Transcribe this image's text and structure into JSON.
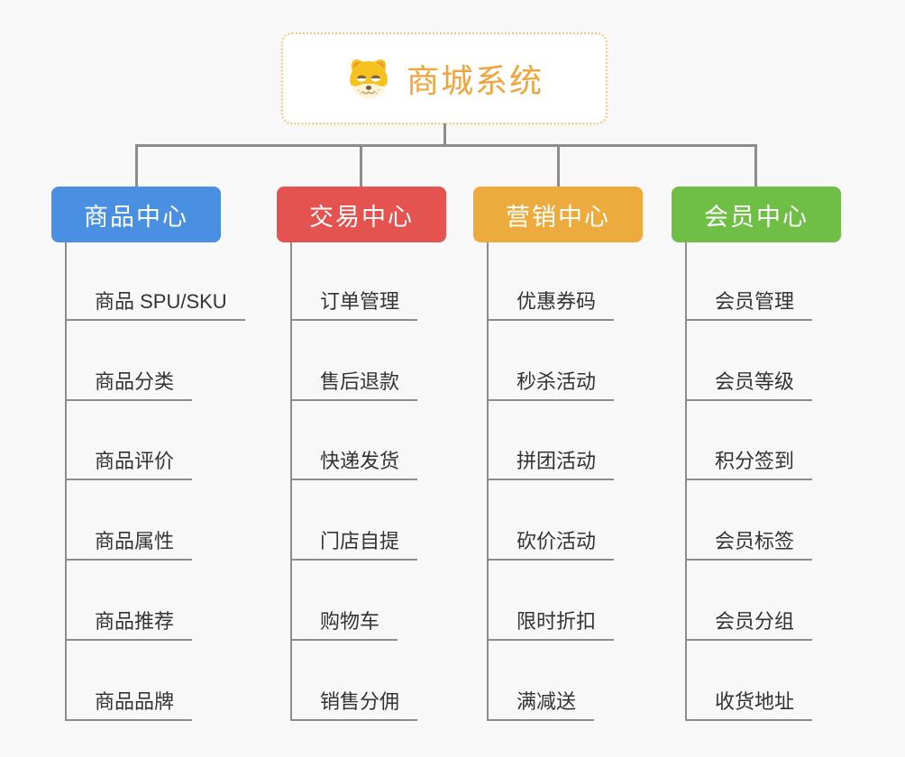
{
  "root": {
    "title": "商城系统",
    "icon": "dog-face-icon",
    "title_color": "#f1a43b",
    "border_color": "#f3c87e"
  },
  "connector_color": "#8c8c8c",
  "background_color": "#f8f8f8",
  "branches": [
    {
      "id": "product-center",
      "label": "商品中心",
      "color": "#4a90e2",
      "children": [
        "商品 SPU/SKU",
        "商品分类",
        "商品评价",
        "商品属性",
        "商品推荐",
        "商品品牌"
      ]
    },
    {
      "id": "trade-center",
      "label": "交易中心",
      "color": "#e4534f",
      "children": [
        "订单管理",
        "售后退款",
        "快递发货",
        "门店自提",
        "购物车",
        "销售分佣"
      ]
    },
    {
      "id": "marketing-center",
      "label": "营销中心",
      "color": "#ecab3c",
      "children": [
        "优惠券码",
        "秒杀活动",
        "拼团活动",
        "砍价活动",
        "限时折扣",
        "满减送"
      ]
    },
    {
      "id": "member-center",
      "label": "会员中心",
      "color": "#6fbe45",
      "children": [
        "会员管理",
        "会员等级",
        "积分签到",
        "会员标签",
        "会员分组",
        "收货地址"
      ]
    }
  ]
}
